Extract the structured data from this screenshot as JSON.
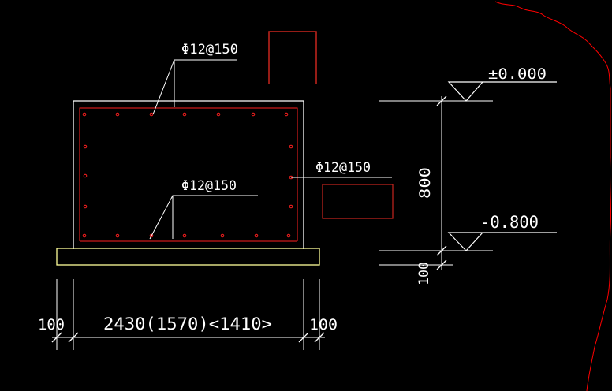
{
  "colors": {
    "background": "#000000",
    "line": "#ffffff",
    "rebar": "#ff2020",
    "cushion": "#ffff99",
    "boundary": "#ff0000"
  },
  "rebar": {
    "top_label": "Φ12@150",
    "side_label": "Φ12@150",
    "bottom_label": "Φ12@150"
  },
  "elevations": {
    "top": "±0.000",
    "bottom": "-0.800"
  },
  "dimensions": {
    "height": "800",
    "cushion": "100",
    "left_offset": "100",
    "width": "2430(1570)<1410>",
    "right_offset": "100"
  }
}
